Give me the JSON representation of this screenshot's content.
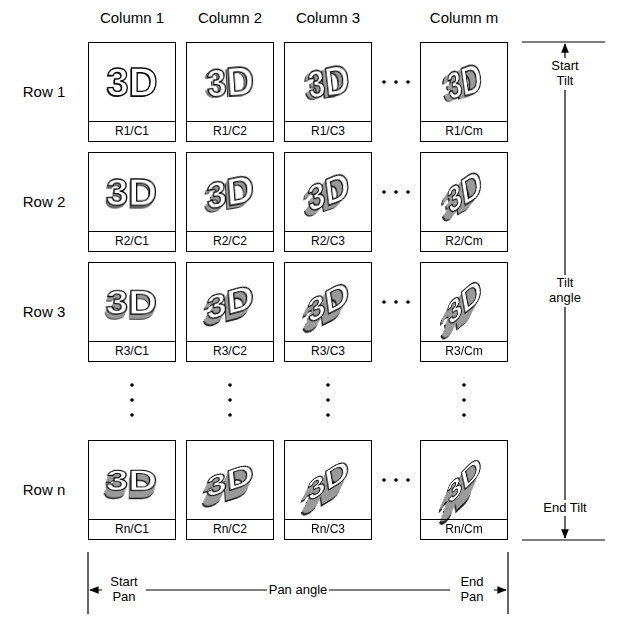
{
  "diagram": {
    "nodes": [
      {
        "text": [
          "3D",
          "R1/C1"
        ]
      },
      {
        "text": [
          "3D",
          "R1/C2"
        ]
      },
      {
        "text": [
          "3D",
          "R1/C3"
        ]
      },
      {
        "text": [
          "3D",
          "R1/Cm"
        ]
      },
      {
        "text": [
          "3D",
          "R2/C1"
        ]
      },
      {
        "text": [
          "3D",
          "R2/C2"
        ]
      },
      {
        "text": [
          "3D",
          "R2/C3"
        ]
      },
      {
        "text": [
          "3D",
          "R2/Cm"
        ]
      },
      {
        "text": [
          "3D",
          "R3/C1"
        ]
      },
      {
        "text": [
          "3D",
          "R3/C2"
        ]
      },
      {
        "text": [
          "3D",
          "R3/C3"
        ]
      },
      {
        "text": [
          "3D",
          "R3/Cm"
        ]
      },
      {
        "text": [
          "3D",
          "Rn/C1"
        ]
      },
      {
        "text": [
          "3D",
          "Rn/C2"
        ]
      },
      {
        "text": [
          "3D",
          "Rn/C3"
        ]
      },
      {
        "text": [
          "3D",
          "Rn/Cm"
        ]
      }
    ],
    "labels": [
      "Column 1",
      "Column 2",
      "Column 3",
      "Column m",
      "Row 1",
      "Row 2",
      "Row 3",
      "Row n",
      "Start Tilt",
      "Tilt angle",
      "End Tilt",
      "Start Pan",
      "Pan angle",
      "End Pan"
    ]
  }
}
